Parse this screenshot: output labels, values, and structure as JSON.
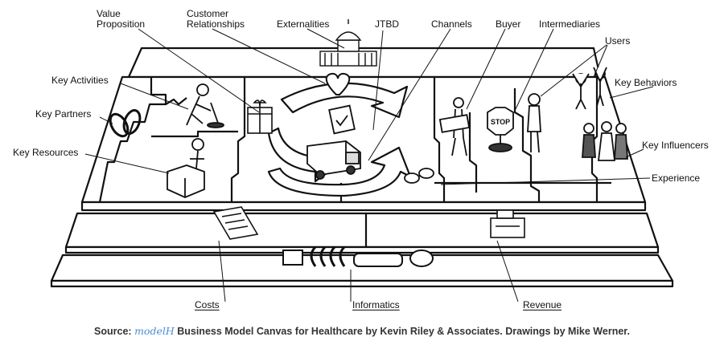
{
  "labels": {
    "value_proposition": "Value\nProposition",
    "customer_relationships": "Customer\nRelationships",
    "externalities": "Externalities",
    "jtbd": "JTBD",
    "channels": "Channels",
    "buyer": "Buyer",
    "intermediaries": "Intermediaries",
    "users": "Users",
    "key_activities": "Key Activities",
    "key_behaviors": "Key Behaviors",
    "key_partners": "Key Partners",
    "key_resources": "Key Resources",
    "key_influencers": "Key Influencers",
    "experience": "Experience",
    "costs": "Costs",
    "informatics": "Informatics",
    "revenue": "Revenue"
  },
  "source": {
    "prefix": "Source: ",
    "brand": "modelH",
    "text": " Business Model Canvas for Healthcare by Kevin Riley & Associates. Drawings by Mike Werner."
  },
  "signs": {
    "stop": "STOP"
  }
}
